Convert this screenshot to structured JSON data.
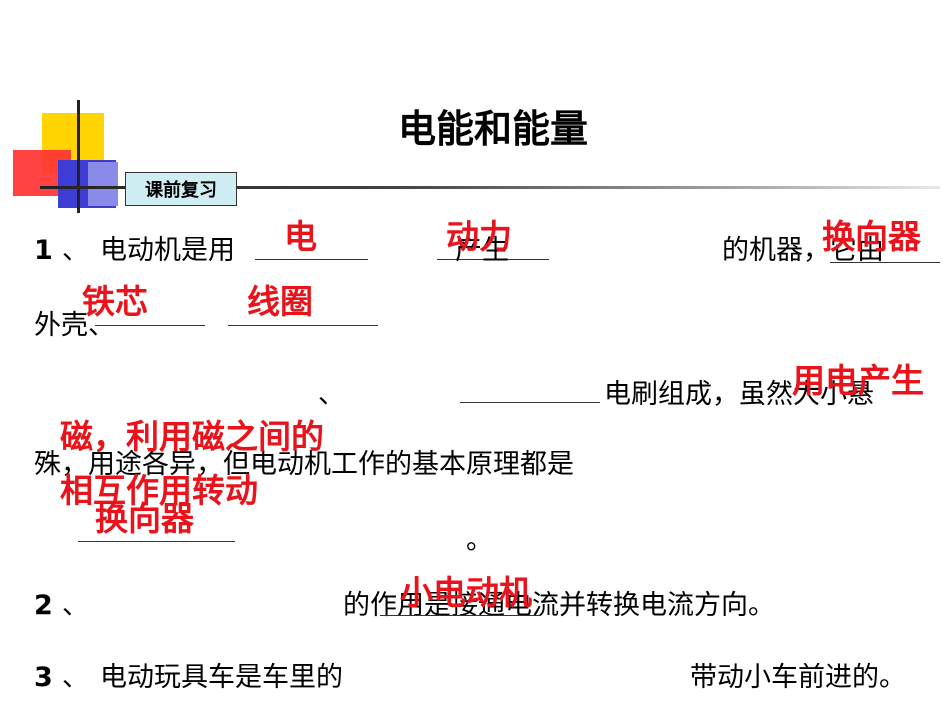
{
  "slide": {
    "title": "电能和能量",
    "tag": "课前复习"
  },
  "q1": {
    "num": "1",
    "sep": "、",
    "t1": "电动机是用",
    "t2": "产生",
    "t3": "的机器，它由",
    "t4": "外壳、",
    "t5": "、",
    "t6": "电刷组成，虽然大小悬",
    "t7": "殊，用途各异，但电动机工作的基本原理都是",
    "t8": "。"
  },
  "q2": {
    "num": "2",
    "sep": "、",
    "t1": "的作用是接通电流并转换电流方向。"
  },
  "q3": {
    "num": "3",
    "sep": "、",
    "t1": "电动玩具车是车里的",
    "t2": "带动小车前进的。"
  },
  "answers": {
    "a1": "电",
    "a2": "动力",
    "a3": "换向器",
    "a4": "铁芯",
    "a5": "线圈",
    "a6": "用电产生",
    "a7": "磁，利用磁之间的",
    "a8": "相互作用转动",
    "a9": "换向器",
    "a10": "小电动机"
  }
}
